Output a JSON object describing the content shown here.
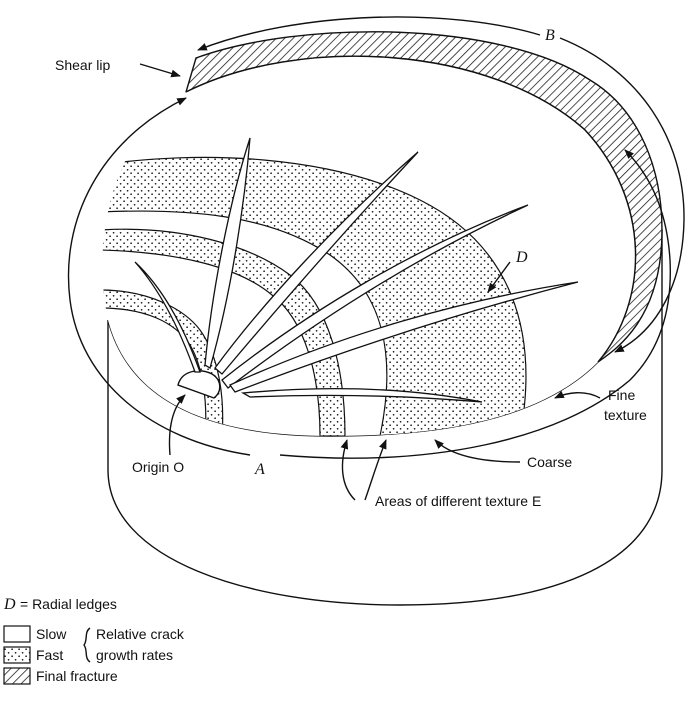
{
  "labels": {
    "shear_lip": "Shear lip",
    "b": "B",
    "d": "D",
    "a": "A",
    "origin": "Origin O",
    "fine": "Fine",
    "texture": "texture",
    "coarse": "Coarse",
    "areas": "Areas of different texture E"
  },
  "legend": {
    "d_key": "D",
    "d_def": "= Radial ledges",
    "slow": "Slow",
    "fast": "Fast",
    "relative": "Relative crack",
    "growth": "growth rates",
    "final": "Final fracture"
  }
}
